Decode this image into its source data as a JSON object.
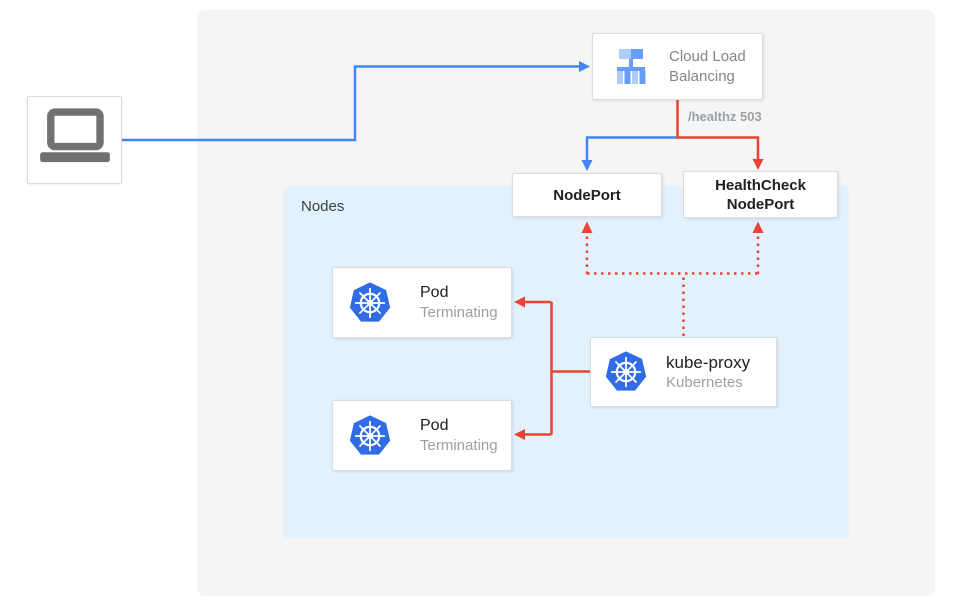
{
  "colors": {
    "blue": "#4285f4",
    "red": "#ea4335",
    "nodes_bg": "#e3f1fd",
    "canvas_bg": "#f5f5f5",
    "box_border": "#dadce0",
    "text_dark": "#202124",
    "text_gray": "#80868b",
    "text_light_gray": "#9aa0a6",
    "k8s_blue": "#326ce5",
    "lb_blue_light": "#aecbfa",
    "lb_blue_mid": "#669df6",
    "laptop_gray": "#717171"
  },
  "client": {
    "icon": "laptop-icon"
  },
  "load_balancer": {
    "icon": "cloud-load-balancing-icon",
    "line1": "Cloud Load",
    "line2": "Balancing"
  },
  "health_check_label": "/healthz 503",
  "node_port": {
    "label": "NodePort"
  },
  "health_check_node_port": {
    "line1": "HealthCheck",
    "line2": "NodePort"
  },
  "nodes_region": {
    "label": "Nodes"
  },
  "pods": [
    {
      "icon": "kubernetes-icon",
      "title": "Pod",
      "status": "Terminating"
    },
    {
      "icon": "kubernetes-icon",
      "title": "Pod",
      "status": "Terminating"
    }
  ],
  "kube_proxy": {
    "icon": "kubernetes-icon",
    "title": "kube-proxy",
    "subtitle": "Kubernetes"
  }
}
